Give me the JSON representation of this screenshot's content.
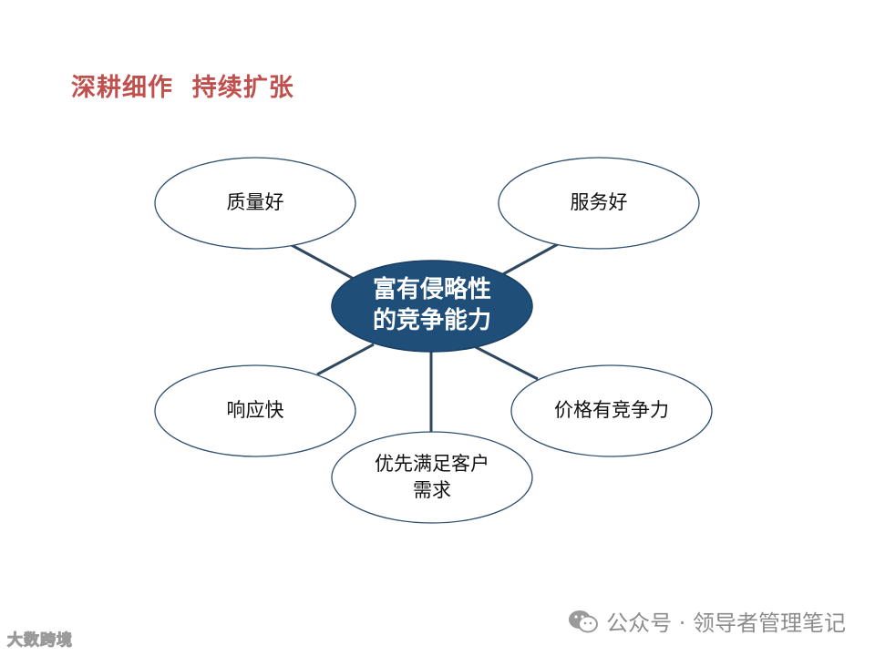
{
  "title": "深耕细作  持续扩张",
  "center": {
    "line1": "富有侵略性",
    "line2": "的竞争能力"
  },
  "nodes": {
    "quality": "质量好",
    "service": "服务好",
    "response": "响应快",
    "price": "价格有竞争力",
    "customer_line1": "优先满足客户",
    "customer_line2": "需求"
  },
  "watermark": "公众号 · 领导者管理笔记",
  "logo": "大数跨境",
  "colors": {
    "title": "#C0504D",
    "center_fill": "#1F4E79",
    "ellipse_stroke": "#2F4F6F",
    "connector": "#2F4860"
  },
  "icons": {
    "watermark": "wechat-icon"
  }
}
